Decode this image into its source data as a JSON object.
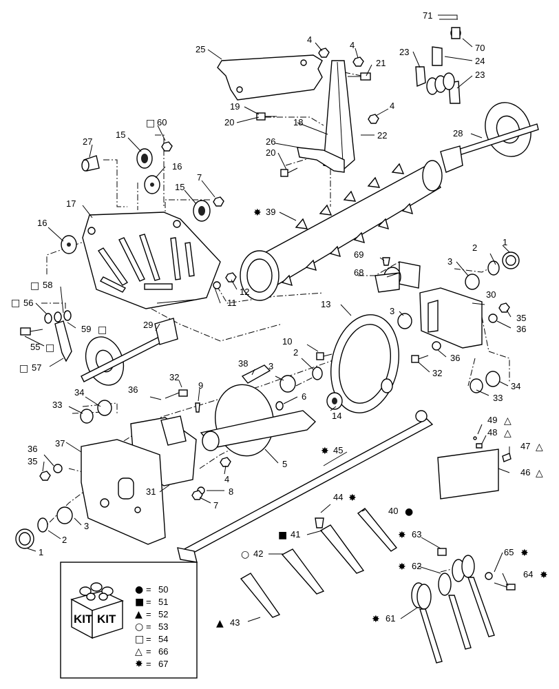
{
  "callouts": [
    {
      "id": "c71",
      "text": "71"
    },
    {
      "id": "c70",
      "text": "70"
    },
    {
      "id": "c24",
      "text": "24"
    },
    {
      "id": "c23a",
      "text": "23"
    },
    {
      "id": "c23b",
      "text": "23"
    },
    {
      "id": "c25",
      "text": "25"
    },
    {
      "id": "c4a",
      "text": "4"
    },
    {
      "id": "c4b",
      "text": "4"
    },
    {
      "id": "c21",
      "text": "21"
    },
    {
      "id": "c19",
      "text": "19"
    },
    {
      "id": "c20a",
      "text": "20"
    },
    {
      "id": "c18",
      "text": "18"
    },
    {
      "id": "c4c",
      "text": "4"
    },
    {
      "id": "c22",
      "text": "22"
    },
    {
      "id": "c26",
      "text": "26"
    },
    {
      "id": "c20b",
      "text": "20"
    },
    {
      "id": "c28",
      "text": "28"
    },
    {
      "id": "c60",
      "text": "60"
    },
    {
      "id": "c27",
      "text": "27"
    },
    {
      "id": "c15a",
      "text": "15"
    },
    {
      "id": "c16a",
      "text": "16"
    },
    {
      "id": "c7a",
      "text": "7"
    },
    {
      "id": "c15b",
      "text": "15"
    },
    {
      "id": "c17",
      "text": "17"
    },
    {
      "id": "c39",
      "text": "39"
    },
    {
      "id": "c16b",
      "text": "16"
    },
    {
      "id": "c69",
      "text": "69"
    },
    {
      "id": "c2a",
      "text": "2"
    },
    {
      "id": "c1a",
      "text": "1"
    },
    {
      "id": "c3a",
      "text": "3"
    },
    {
      "id": "c68",
      "text": "68"
    },
    {
      "id": "c58",
      "text": "58"
    },
    {
      "id": "c56",
      "text": "56"
    },
    {
      "id": "c11",
      "text": "11"
    },
    {
      "id": "c12",
      "text": "12"
    },
    {
      "id": "c30",
      "text": "30"
    },
    {
      "id": "c13",
      "text": "13"
    },
    {
      "id": "c3b",
      "text": "3"
    },
    {
      "id": "c35a",
      "text": "35"
    },
    {
      "id": "c59",
      "text": "59"
    },
    {
      "id": "c36a",
      "text": "36"
    },
    {
      "id": "c55",
      "text": "55"
    },
    {
      "id": "c29",
      "text": "29"
    },
    {
      "id": "c10",
      "text": "10"
    },
    {
      "id": "c2b",
      "text": "2"
    },
    {
      "id": "c36b",
      "text": "36"
    },
    {
      "id": "c57",
      "text": "57"
    },
    {
      "id": "c38",
      "text": "38"
    },
    {
      "id": "c3c",
      "text": "3"
    },
    {
      "id": "c32a",
      "text": "32"
    },
    {
      "id": "c32b",
      "text": "32"
    },
    {
      "id": "c9",
      "text": "9"
    },
    {
      "id": "c36c",
      "text": "36"
    },
    {
      "id": "c6",
      "text": "6"
    },
    {
      "id": "c34a",
      "text": "34"
    },
    {
      "id": "c34b",
      "text": "34"
    },
    {
      "id": "c33a",
      "text": "33"
    },
    {
      "id": "c33b",
      "text": "33"
    },
    {
      "id": "c14",
      "text": "14"
    },
    {
      "id": "c45",
      "text": "45"
    },
    {
      "id": "c49",
      "text": "49"
    },
    {
      "id": "c48",
      "text": "48"
    },
    {
      "id": "c47",
      "text": "47"
    },
    {
      "id": "c46",
      "text": "46"
    },
    {
      "id": "c36d",
      "text": "36"
    },
    {
      "id": "c37",
      "text": "37"
    },
    {
      "id": "c35b",
      "text": "35"
    },
    {
      "id": "c5",
      "text": "5"
    },
    {
      "id": "c4d",
      "text": "4"
    },
    {
      "id": "c31",
      "text": "31"
    },
    {
      "id": "c8",
      "text": "8"
    },
    {
      "id": "c7b",
      "text": "7"
    },
    {
      "id": "c44",
      "text": "44"
    },
    {
      "id": "c40",
      "text": "40"
    },
    {
      "id": "c41",
      "text": "41"
    },
    {
      "id": "c63",
      "text": "63"
    },
    {
      "id": "c3d",
      "text": "3"
    },
    {
      "id": "c2c",
      "text": "2"
    },
    {
      "id": "c1b",
      "text": "1"
    },
    {
      "id": "c42",
      "text": "42"
    },
    {
      "id": "c65",
      "text": "65"
    },
    {
      "id": "c62",
      "text": "62"
    },
    {
      "id": "c64",
      "text": "64"
    },
    {
      "id": "c43",
      "text": "43"
    },
    {
      "id": "c61",
      "text": "61"
    }
  ],
  "legend": {
    "kit_word_1": "KIT",
    "kit_word_2": "KIT",
    "rows": [
      {
        "symbol": "●",
        "eq": "=",
        "value": "50"
      },
      {
        "symbol": "■",
        "eq": "=",
        "value": "51"
      },
      {
        "symbol": "▲",
        "eq": "=",
        "value": "52"
      },
      {
        "symbol": "○",
        "eq": "=",
        "value": "53"
      },
      {
        "symbol": "□",
        "eq": "=",
        "value": "54"
      },
      {
        "symbol": "△",
        "eq": "=",
        "value": "66"
      },
      {
        "symbol": "✸",
        "eq": "=",
        "value": "67"
      }
    ]
  },
  "symbols": {
    "filled_circle": "●",
    "filled_square": "■",
    "filled_triangle": "▲",
    "open_circle": "○",
    "open_square": "□",
    "open_triangle": "△",
    "star": "✸"
  },
  "colors": {
    "ink": "#000000",
    "paper": "#ffffff"
  }
}
